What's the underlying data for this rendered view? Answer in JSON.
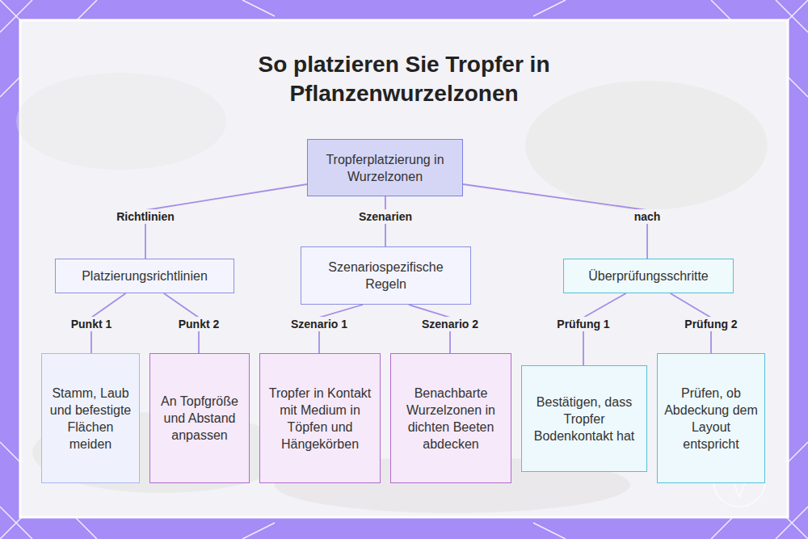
{
  "diagram": {
    "title": "So platzieren Sie Tropfer in Pflanzenwurzelzonen",
    "nodes": [
      {
        "text": [
          "Tropferplatzierung in Wurzelzonen"
        ]
      },
      {
        "text": [
          "Platzierungsrichtlinien"
        ]
      },
      {
        "text": [
          "Szenariospezifische Regeln"
        ]
      },
      {
        "text": [
          "Überprüfungsschritte"
        ]
      },
      {
        "text": [
          "Stamm, Laub und befestigte Flächen meiden"
        ]
      },
      {
        "text": [
          "An Topfgröße und Abstand anpassen"
        ]
      },
      {
        "text": [
          "Tropfer in Kontakt mit Medium in Töpfen und Hängekörben"
        ]
      },
      {
        "text": [
          "Benachbarte Wurzelzonen in dichten Beeten abdecken"
        ]
      },
      {
        "text": [
          "Bestätigen, dass Tropfer Bodenkontakt hat"
        ]
      },
      {
        "text": [
          "Prüfen, ob Abdeckung dem Layout entspricht"
        ]
      }
    ],
    "edges": [
      {
        "from": 0,
        "to": 1,
        "label": "Richtlinien",
        "arrow": "none"
      },
      {
        "from": 0,
        "to": 2,
        "label": "Szenarien",
        "arrow": "none"
      },
      {
        "from": 0,
        "to": 3,
        "label": "nach",
        "arrow": "none"
      },
      {
        "from": 1,
        "to": 4,
        "label": "Punkt 1",
        "arrow": "none"
      },
      {
        "from": 1,
        "to": 5,
        "label": "Punkt 2",
        "arrow": "none"
      },
      {
        "from": 2,
        "to": 6,
        "label": "Szenario 1",
        "arrow": "none"
      },
      {
        "from": 2,
        "to": 7,
        "label": "Szenario 2",
        "arrow": "none"
      },
      {
        "from": 3,
        "to": 8,
        "label": "Prüfung 1",
        "arrow": "none"
      },
      {
        "from": 3,
        "to": 9,
        "label": "Prüfung 2",
        "arrow": "none"
      }
    ]
  }
}
